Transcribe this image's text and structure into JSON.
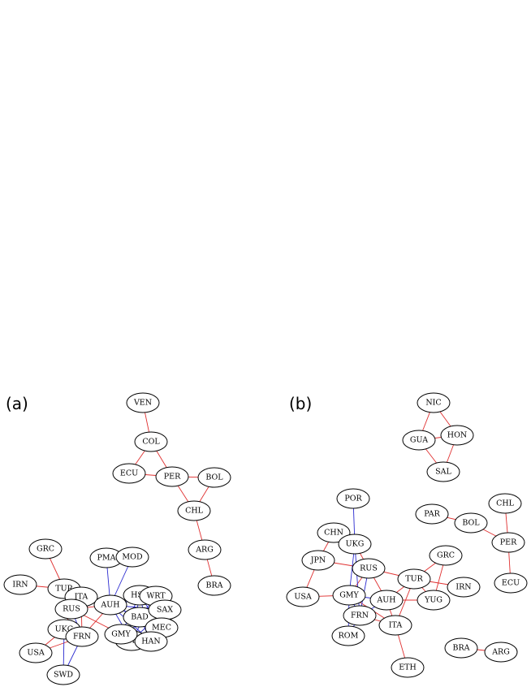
{
  "panels": [
    {
      "label": "(a)",
      "nodes": [
        "VEN",
        "COL",
        "ECU",
        "PER",
        "BOL",
        "CHL",
        "ARG",
        "BRA",
        "GRC",
        "PMA",
        "MOD",
        "IRN",
        "TUR",
        "ITA",
        "RUS",
        "AUH",
        "HSE",
        "WRT",
        "BAD",
        "BAV",
        "SAX",
        "UKG",
        "FRN",
        "GMY",
        "MEC",
        "HAN",
        "USA",
        "SWD"
      ],
      "edges_red": [
        [
          "VEN",
          "COL"
        ],
        [
          "COL",
          "ECU"
        ],
        [
          "COL",
          "PER"
        ],
        [
          "ECU",
          "PER"
        ],
        [
          "PER",
          "BOL"
        ],
        [
          "PER",
          "CHL"
        ],
        [
          "BOL",
          "CHL"
        ],
        [
          "CHL",
          "ARG"
        ],
        [
          "ARG",
          "BRA"
        ],
        [
          "GRC",
          "TUR"
        ],
        [
          "IRN",
          "TUR"
        ],
        [
          "TUR",
          "ITA"
        ],
        [
          "TUR",
          "RUS"
        ],
        [
          "ITA",
          "AUH"
        ],
        [
          "RUS",
          "AUH"
        ],
        [
          "RUS",
          "UKG"
        ],
        [
          "UKG",
          "FRN"
        ],
        [
          "UKG",
          "USA"
        ],
        [
          "FRN",
          "AUH"
        ],
        [
          "ITA",
          "FRN"
        ],
        [
          "GMY",
          "RUS"
        ],
        [
          "USA",
          "FRN"
        ]
      ],
      "edges_blue": [
        [
          "PMA",
          "AUH"
        ],
        [
          "MOD",
          "AUH"
        ],
        [
          "AUH",
          "HSE"
        ],
        [
          "AUH",
          "BAD"
        ],
        [
          "AUH",
          "BAV"
        ],
        [
          "AUH",
          "SAX"
        ],
        [
          "AUH",
          "WRT"
        ],
        [
          "AUH",
          "MEC"
        ],
        [
          "AUH",
          "HAN"
        ],
        [
          "HSE",
          "BAV"
        ],
        [
          "HSE",
          "SAX"
        ],
        [
          "HSE",
          "MEC"
        ],
        [
          "HSE",
          "HAN"
        ],
        [
          "WRT",
          "BAD"
        ],
        [
          "WRT",
          "BAV"
        ],
        [
          "WRT",
          "MEC"
        ],
        [
          "WRT",
          "HAN"
        ],
        [
          "BAD",
          "SAX"
        ],
        [
          "BAD",
          "HAN"
        ],
        [
          "BAD",
          "GMY"
        ],
        [
          "BAV",
          "SAX"
        ],
        [
          "BAV",
          "MEC"
        ],
        [
          "SAX",
          "HAN"
        ],
        [
          "MEC",
          "HAN"
        ],
        [
          "GMY",
          "BAV"
        ],
        [
          "GMY",
          "HAN"
        ],
        [
          "GMY",
          "HSE"
        ],
        [
          "UKG",
          "SWD"
        ],
        [
          "FRN",
          "SWD"
        ],
        [
          "RUS",
          "FRN"
        ],
        [
          "ITA",
          "RUS"
        ]
      ]
    },
    {
      "label": "(b)",
      "nodes": [
        "NIC",
        "GUA",
        "HON",
        "SAL",
        "POR",
        "CHL",
        "PAR",
        "BOL",
        "PER",
        "ECU",
        "CHN",
        "UKG",
        "JPN",
        "RUS",
        "GRC",
        "TUR",
        "IRN",
        "USA",
        "GMY",
        "AUH",
        "YUG",
        "FRN",
        "ITA",
        "ROM",
        "ETH",
        "BRA",
        "ARG"
      ],
      "edges_red": [
        [
          "NIC",
          "GUA"
        ],
        [
          "NIC",
          "HON"
        ],
        [
          "GUA",
          "HON"
        ],
        [
          "GUA",
          "SAL"
        ],
        [
          "HON",
          "SAL"
        ],
        [
          "CHL",
          "PER"
        ],
        [
          "PAR",
          "BOL"
        ],
        [
          "BOL",
          "PER"
        ],
        [
          "PER",
          "ECU"
        ],
        [
          "CHN",
          "JPN"
        ],
        [
          "CHN",
          "UKG"
        ],
        [
          "JPN",
          "RUS"
        ],
        [
          "JPN",
          "USA"
        ],
        [
          "UKG",
          "RUS"
        ],
        [
          "USA",
          "GMY"
        ],
        [
          "RUS",
          "TUR"
        ],
        [
          "RUS",
          "GMY"
        ],
        [
          "RUS",
          "AUH"
        ],
        [
          "GRC",
          "TUR"
        ],
        [
          "TUR",
          "IRN"
        ],
        [
          "TUR",
          "YUG"
        ],
        [
          "TUR",
          "ITA"
        ],
        [
          "TUR",
          "AUH"
        ],
        [
          "AUH",
          "ITA"
        ],
        [
          "AUH",
          "YUG"
        ],
        [
          "ITA",
          "ETH"
        ],
        [
          "ITA",
          "FRN"
        ],
        [
          "GMY",
          "ITA"
        ],
        [
          "BRA",
          "ARG"
        ],
        [
          "GRC",
          "YUG"
        ]
      ],
      "edges_blue": [
        [
          "POR",
          "UKG"
        ],
        [
          "UKG",
          "GMY"
        ],
        [
          "UKG",
          "FRN"
        ],
        [
          "GMY",
          "FRN"
        ],
        [
          "GMY",
          "ROM"
        ],
        [
          "FRN",
          "ROM"
        ],
        [
          "RUS",
          "FRN"
        ],
        [
          "GMY",
          "AUH"
        ],
        [
          "FRN",
          "AUH"
        ]
      ]
    }
  ],
  "colors": {
    "red_edge": "#e03030",
    "blue_edge": "#2a2ad0",
    "node_stroke": "#000000"
  }
}
